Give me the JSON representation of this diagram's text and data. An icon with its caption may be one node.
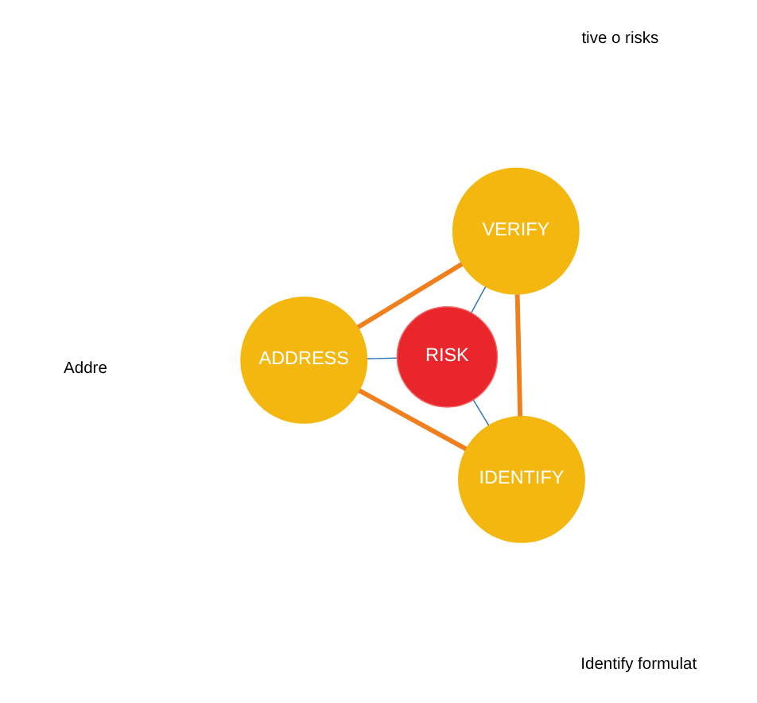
{
  "diagram": {
    "nodes": [
      {
        "text": [
          "IDENTIFY"
        ]
      },
      {
        "text": [
          "RISK"
        ]
      },
      {
        "text": [
          "VERIFY"
        ]
      },
      {
        "text": [
          "ADDRESS"
        ]
      }
    ],
    "edges": [
      {
        "from": 1,
        "to": 0,
        "arrow": "none",
        "color": "#2e75b6"
      },
      {
        "from": 1,
        "to": 2,
        "arrow": "none",
        "color": "#2e75b6"
      },
      {
        "from": 1,
        "to": 3,
        "arrow": "none",
        "color": "#2e75b6"
      },
      {
        "from": 0,
        "to": 3,
        "arrow": "none",
        "style": "thick",
        "color": "#f07f1e"
      },
      {
        "from": 3,
        "to": 2,
        "arrow": "none",
        "style": "thick",
        "color": "#f07f1e"
      },
      {
        "from": 2,
        "to": 0,
        "arrow": "none",
        "style": "thick",
        "color": "#f07f1e"
      }
    ],
    "labels": [
      "Identify formulat",
      "tive o risks",
      "Addre"
    ]
  }
}
